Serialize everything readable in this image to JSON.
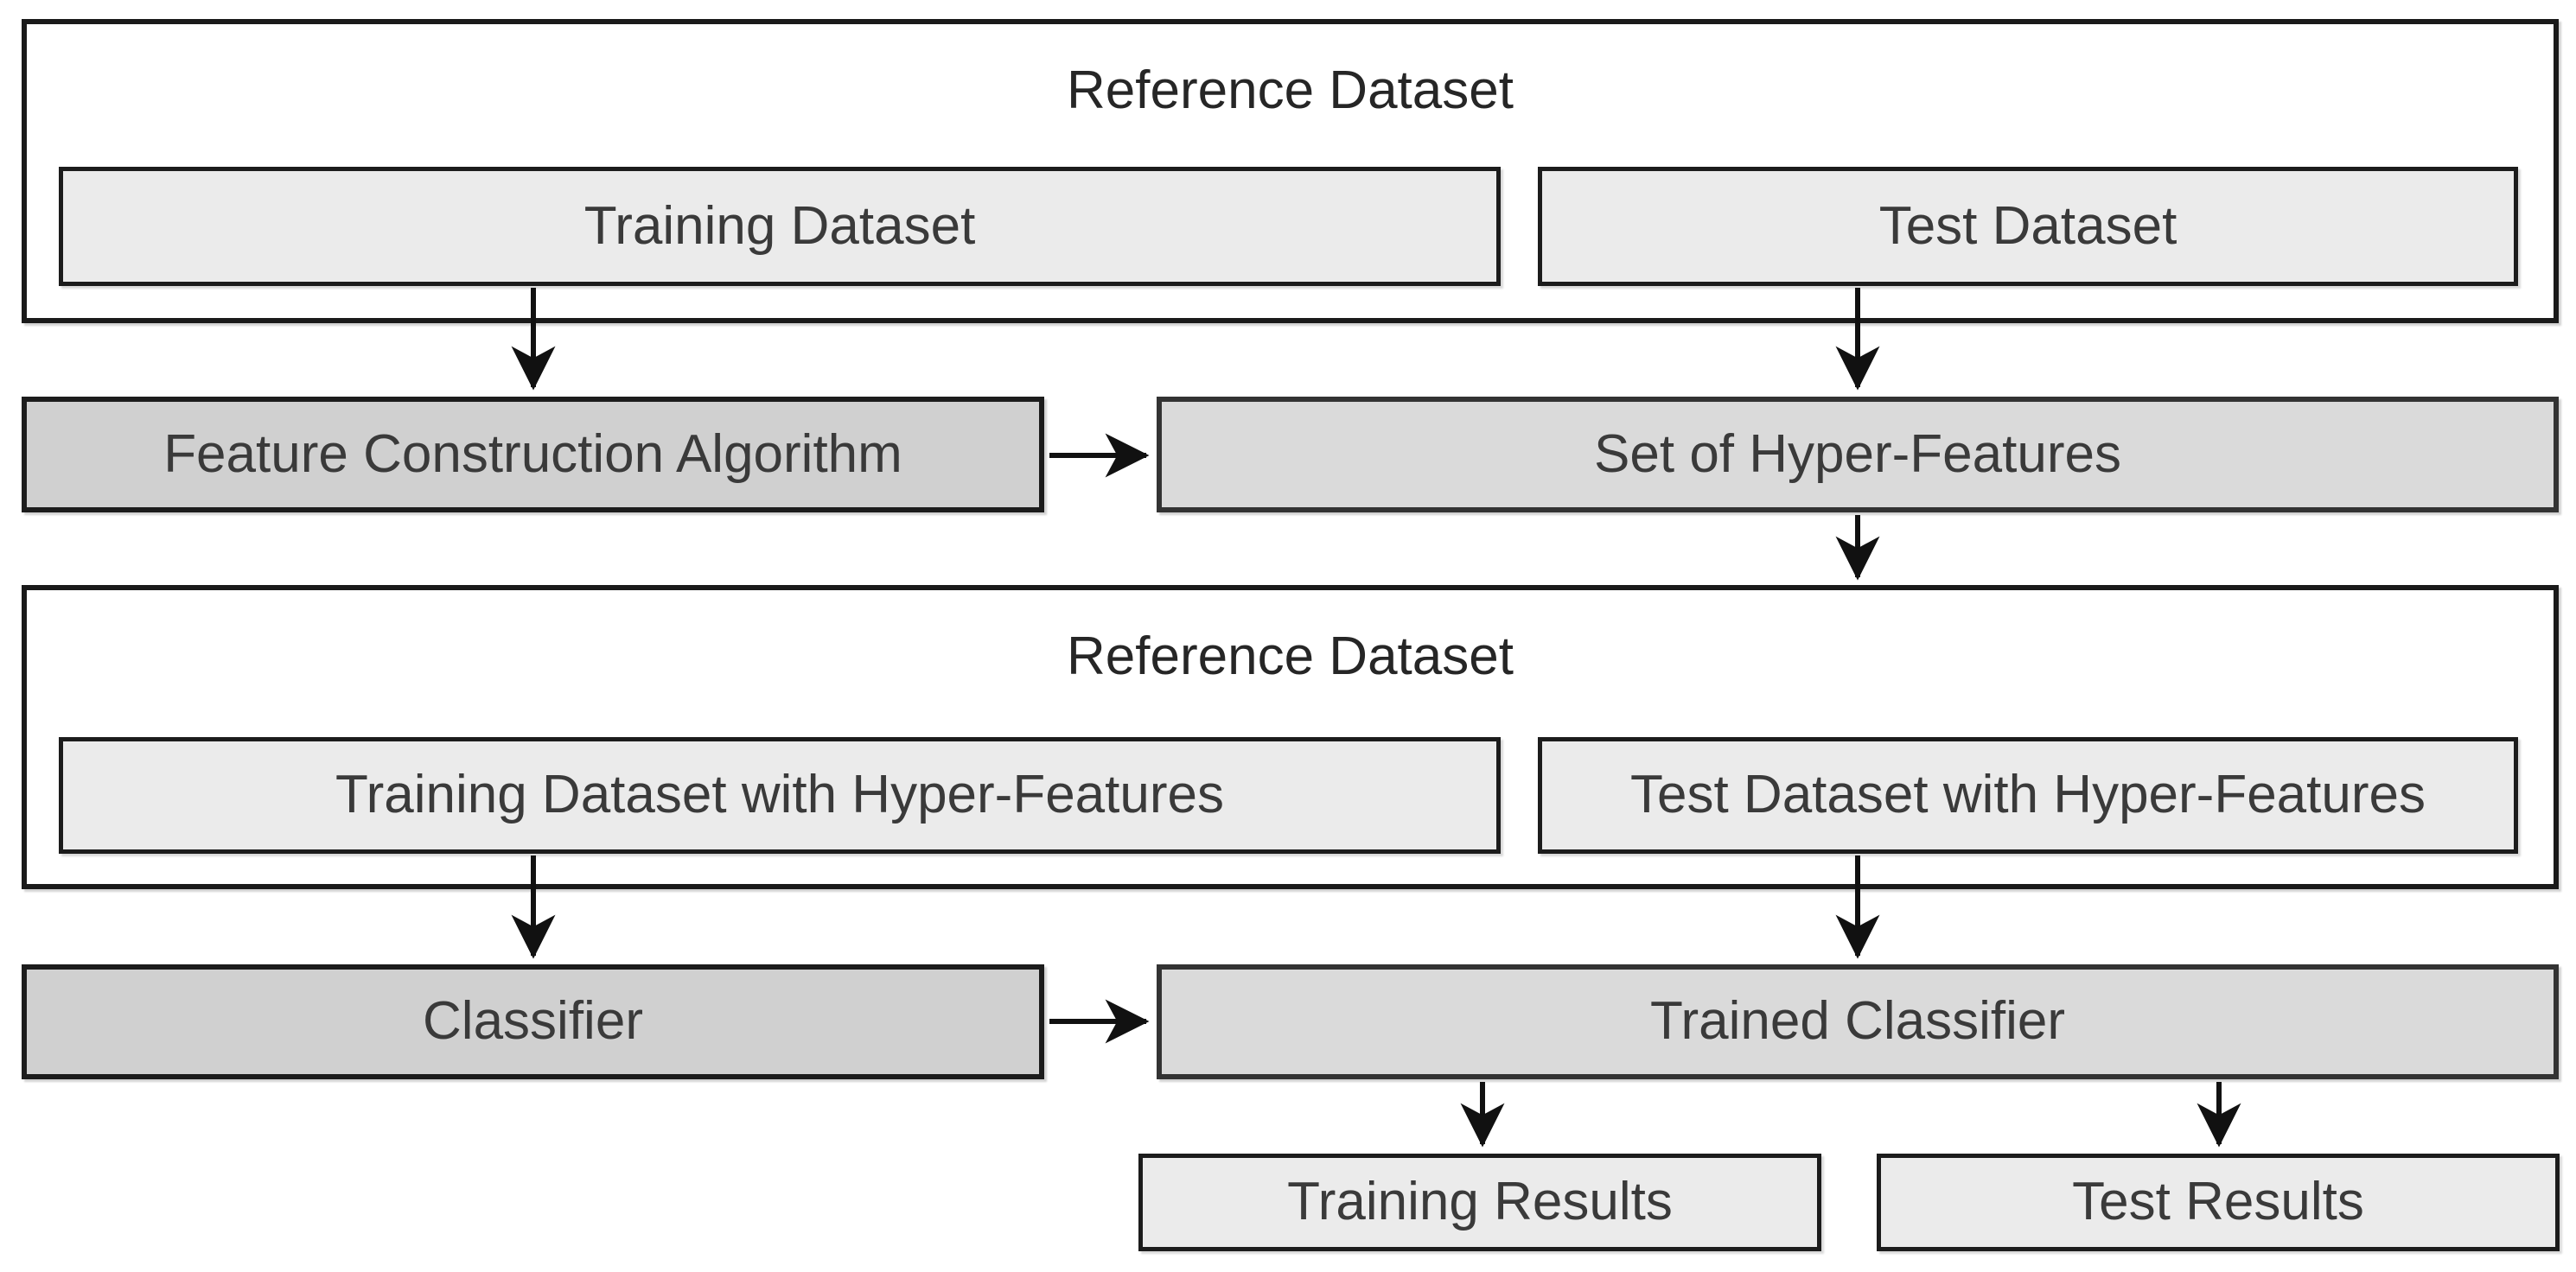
{
  "diagram": {
    "type": "flowchart",
    "background": "#ffffff",
    "colors": {
      "container_fill": "#ffffff",
      "dataset_fill": "#ebebeb",
      "algorithm_fill": "#d0d0d0",
      "derived_fill": "#dadada",
      "border": "#1a1a1a",
      "text": "#3a3a3a",
      "arrow": "#111111"
    },
    "nodes": {
      "reference_dataset_1": "Reference Dataset",
      "training_dataset": "Training Dataset",
      "test_dataset": "Test Dataset",
      "feature_construction_algorithm": "Feature Construction Algorithm",
      "set_of_hyper_features": "Set of Hyper-Features",
      "reference_dataset_2": "Reference Dataset",
      "training_dataset_hf": "Training Dataset with Hyper-Features",
      "test_dataset_hf": "Test Dataset with Hyper-Features",
      "classifier": "Classifier",
      "trained_classifier": "Trained Classifier",
      "training_results": "Training Results",
      "test_results": "Test Results"
    },
    "containers": [
      {
        "title": "Reference Dataset",
        "children": [
          "Training Dataset",
          "Test Dataset"
        ]
      },
      {
        "title": "Reference Dataset",
        "children": [
          "Training Dataset with Hyper-Features",
          "Test Dataset with Hyper-Features"
        ]
      }
    ],
    "edges": [
      {
        "from": "training_dataset",
        "to": "feature_construction_algorithm"
      },
      {
        "from": "test_dataset",
        "to": "set_of_hyper_features"
      },
      {
        "from": "feature_construction_algorithm",
        "to": "set_of_hyper_features"
      },
      {
        "from": "set_of_hyper_features",
        "to": "reference_dataset_2"
      },
      {
        "from": "training_dataset_hf",
        "to": "classifier"
      },
      {
        "from": "test_dataset_hf",
        "to": "trained_classifier"
      },
      {
        "from": "classifier",
        "to": "trained_classifier"
      },
      {
        "from": "trained_classifier",
        "to": "training_results"
      },
      {
        "from": "trained_classifier",
        "to": "test_results"
      }
    ]
  }
}
